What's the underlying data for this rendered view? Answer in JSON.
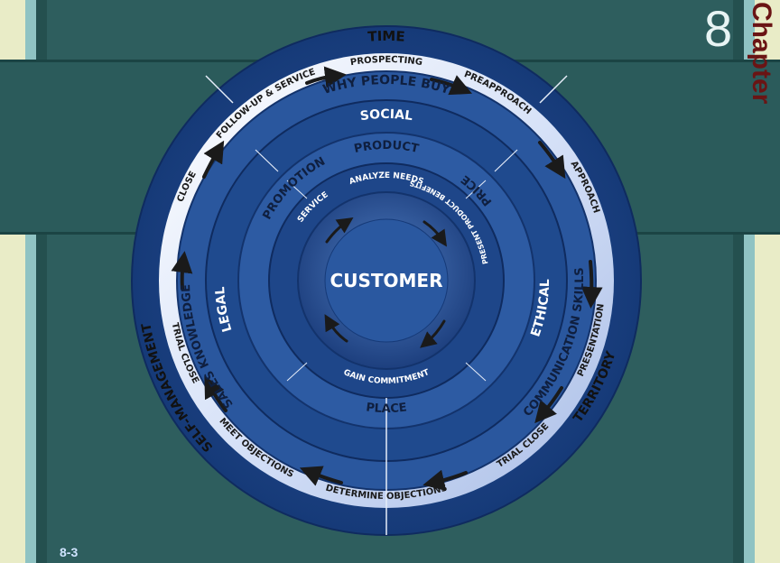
{
  "slide": {
    "chapter_word": "Chapter",
    "chapter_number": "8",
    "slide_number": "8-3"
  },
  "diagram": {
    "outer_labels": {
      "top": "TIME",
      "left": "SELF-MANAGEMENT",
      "right": "TERRITORY"
    },
    "steps": [
      "PROSPECTING",
      "PREAPPROACH",
      "APPROACH",
      "PRESENTATION",
      "TRIAL CLOSE",
      "DETERMINE OBJECTIONS",
      "MEET OBJECTIONS",
      "TRIAL CLOSE",
      "CLOSE",
      "FOLLOW-UP & SERVICE"
    ],
    "knowledge_ring": {
      "left": "SALES KNOWLEDGE",
      "right": "COMMUNICATION SKILLS"
    },
    "why_ring": {
      "top": "WHY PEOPLE BUY",
      "social": "SOCIAL",
      "legal": "LEGAL",
      "ethical": "ETHICAL"
    },
    "marketing_ring": {
      "product": "PRODUCT",
      "price": "PRICE",
      "place": "PLACE",
      "promotion": "PROMOTION"
    },
    "inner_ring": {
      "analyze": "ANALYZE NEEDS",
      "present": "PRESENT PRODUCT BENEFITS",
      "gain": "GAIN COMMITMENT",
      "service": "SERVICE"
    },
    "center": "CUSTOMER"
  },
  "colors": {
    "background": "#2e5e5e",
    "ring_dark": "#1b3f80",
    "ring_light": "#3f6fb6",
    "step_band": "#e8eefc",
    "chapter_text": "#6a1414"
  }
}
